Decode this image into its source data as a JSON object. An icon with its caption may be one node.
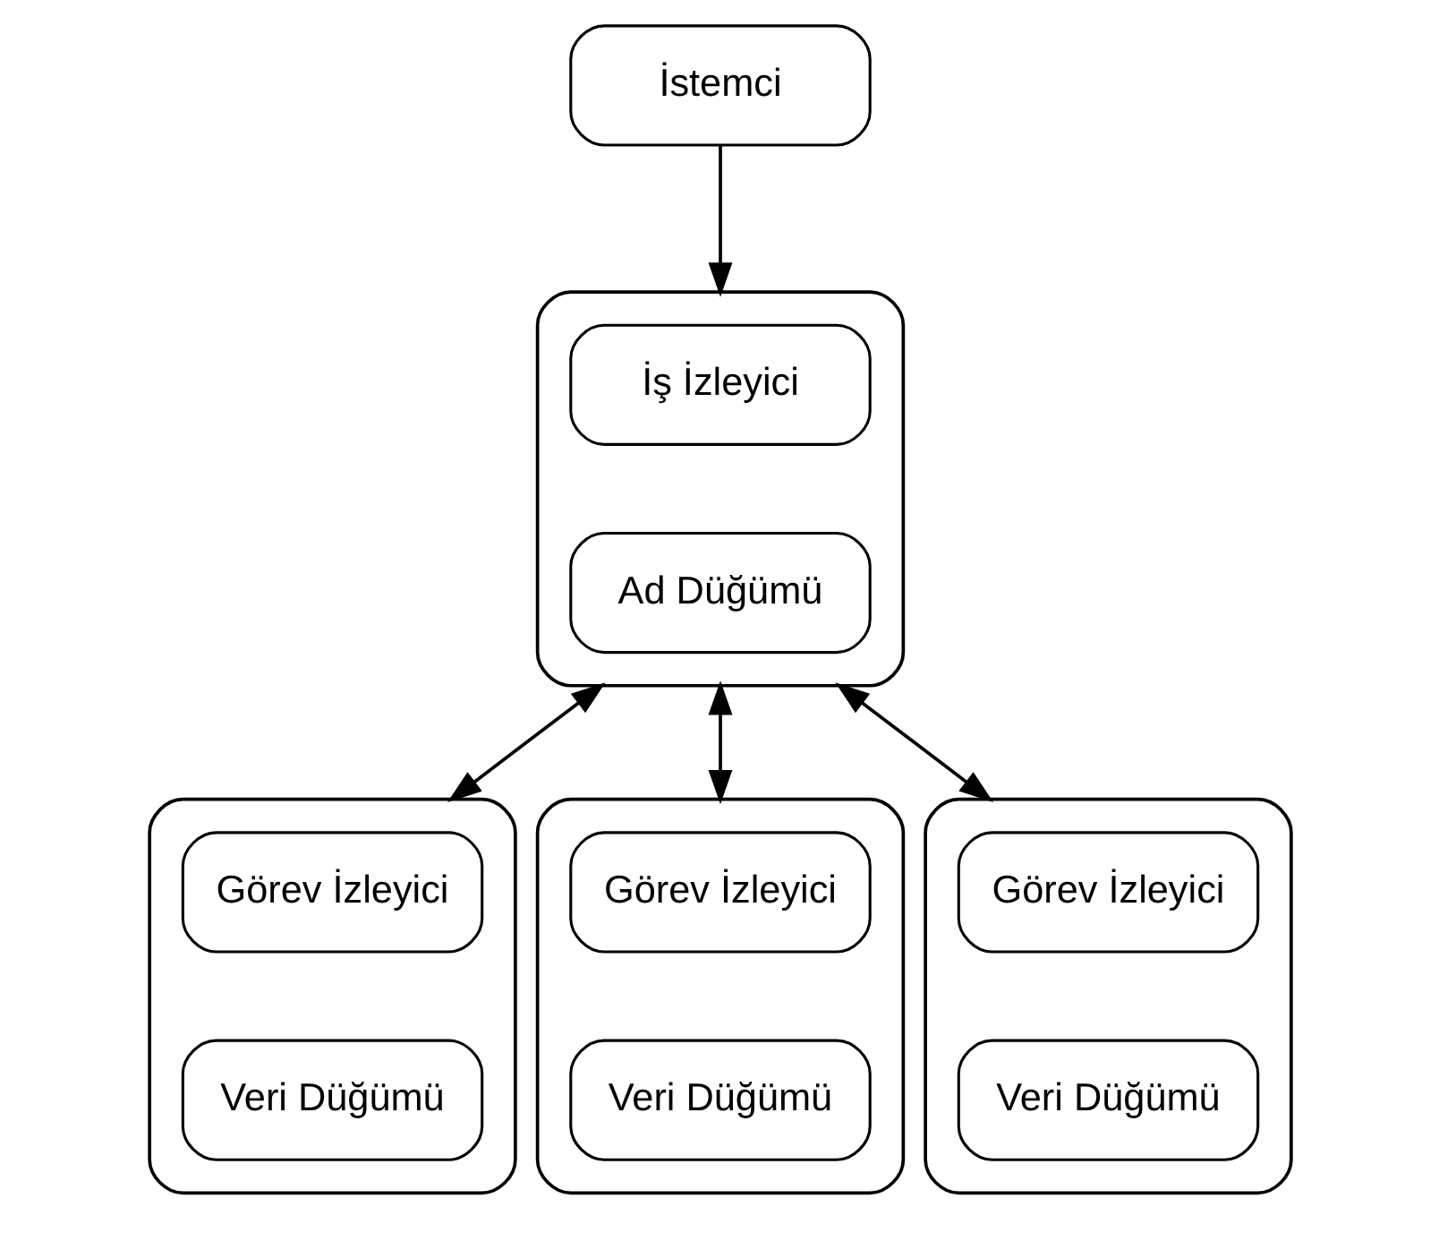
{
  "diagram": {
    "nodes": [
      {
        "text": [
          "İstemci"
        ]
      },
      {
        "text": [],
        "shape": "box"
      },
      {
        "text": [
          "İş İzleyici"
        ],
        "in": 1
      },
      {
        "text": [
          "Ad Düğümü"
        ],
        "in": 1
      },
      {
        "text": [],
        "shape": "box"
      },
      {
        "text": [
          "Görev İzleyici"
        ],
        "in": 4
      },
      {
        "text": [
          "Veri Düğümü"
        ],
        "in": 4
      },
      {
        "text": [],
        "shape": "box"
      },
      {
        "text": [
          "Görev İzleyici"
        ],
        "in": 7
      },
      {
        "text": [
          "Veri Düğümü"
        ],
        "in": 7
      },
      {
        "text": [],
        "shape": "box"
      },
      {
        "text": [
          "Görev İzleyici"
        ],
        "in": 10
      },
      {
        "text": [
          "Veri Düğümü"
        ],
        "in": 10
      }
    ],
    "edges": [
      {
        "from": 0,
        "to": 1,
        "arrow": "to"
      },
      {
        "from": 1,
        "to": 4,
        "arrow": "both"
      },
      {
        "from": 1,
        "to": 7,
        "arrow": "both"
      },
      {
        "from": 1,
        "to": 10,
        "arrow": "both"
      }
    ]
  }
}
